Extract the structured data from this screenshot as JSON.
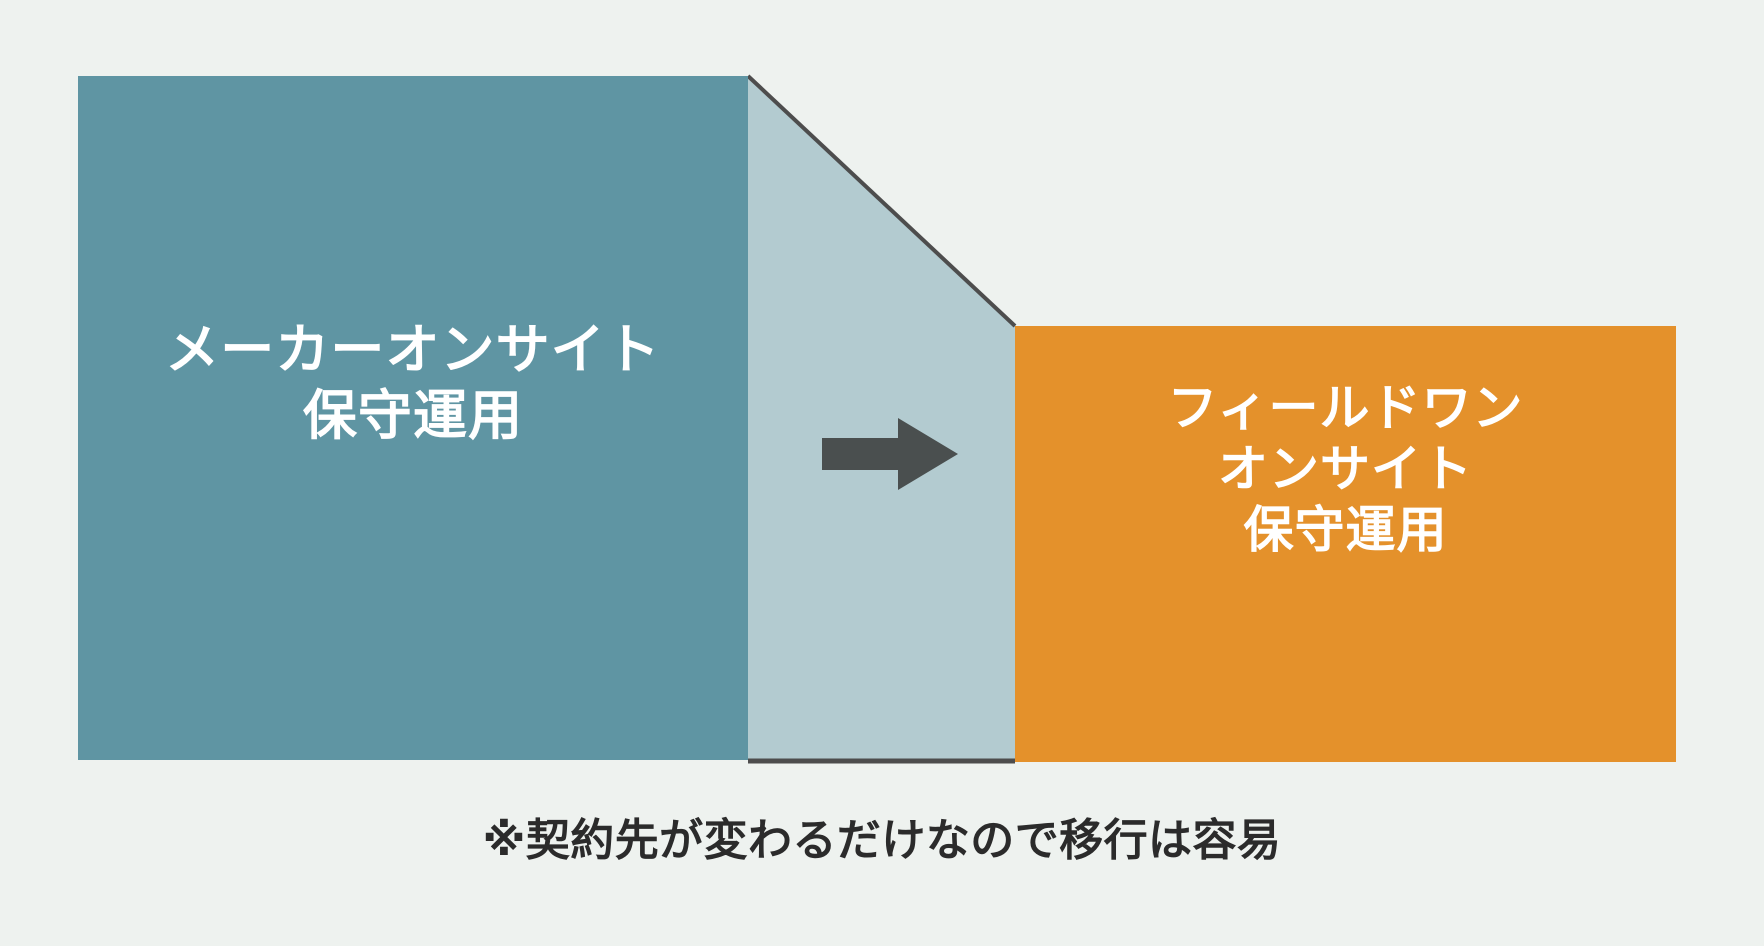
{
  "diagram": {
    "type": "transition-diagram",
    "background_color": "#eef2ef",
    "left_block": {
      "label_lines": [
        "メーカーオンサイト",
        "保守運用"
      ],
      "text": "メーカーオンサイト\n保守運用",
      "fill_color": "#5f95a3",
      "text_color": "#ffffff"
    },
    "connector_block": {
      "shape": "trapezoid",
      "fill_color": "#b3cbd0",
      "outline_color": "#4d4d4d"
    },
    "arrow": {
      "icon": "arrow-right-icon",
      "direction": "right",
      "color": "#4a4f4f"
    },
    "right_block": {
      "label_lines": [
        "フィールドワン",
        "オンサイト",
        "保守運用"
      ],
      "text": "フィールドワン\nオンサイト\n保守運用",
      "fill_color": "#e4912b",
      "text_color": "#ffffff"
    },
    "caption": {
      "text": "※契約先が変わるだけなので移行は容易",
      "color": "#2b2b2b"
    }
  }
}
